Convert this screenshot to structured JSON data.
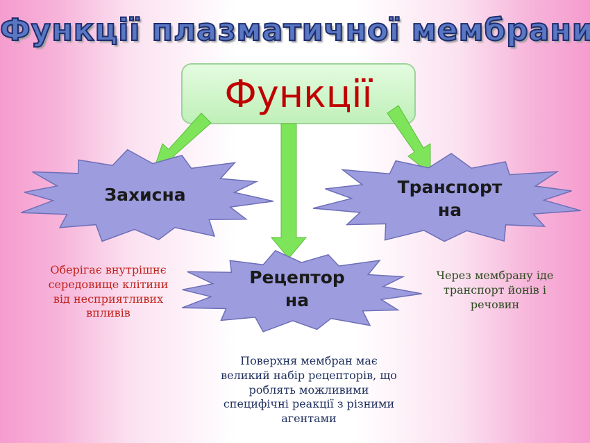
{
  "slide": {
    "title": "Функції плазматичної мембрани",
    "center_label": "Функції",
    "functions": [
      {
        "id": "zakhysna",
        "label_lines": [
          "Захисна"
        ],
        "description_lines": [
          "Оберігає внутрішнє",
          "середовище клітини",
          "від несприятливих",
          "впливів"
        ]
      },
      {
        "id": "transport",
        "label_lines": [
          "Транспорт",
          "на"
        ],
        "description_lines": [
          "Через мембрану іде",
          "транспорт йонів і",
          "речовин"
        ]
      },
      {
        "id": "receptor",
        "label_lines": [
          "Рецептор",
          "на"
        ],
        "description_lines": [
          "Поверхня мембран має",
          "великий набір рецепторів, що",
          "роблять можливими",
          "специфічні реакції з різними",
          "агентами"
        ]
      }
    ]
  },
  "colors": {
    "title_fill": "#5a77c4",
    "title_outline": "#1d2d6e",
    "center_box_fill": "#c9f5c3",
    "center_box_border": "#9ed39a",
    "center_text": "#c00000",
    "arrow_fill": "#7ee55a",
    "arrow_stroke": "#5cbd3c",
    "burst_fill": "#9c9cde",
    "burst_stroke": "#6e6eb8",
    "desc_left": "#c0221b",
    "desc_right": "#2d4a1f",
    "desc_bottom": "#1f2f5e"
  }
}
